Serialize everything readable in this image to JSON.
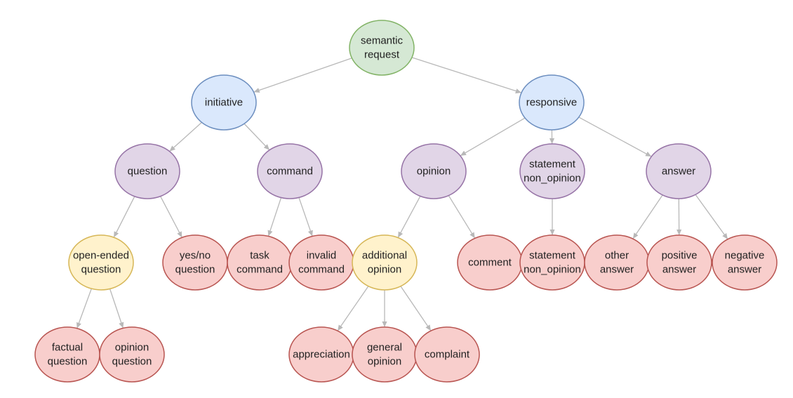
{
  "colors": {
    "green": {
      "fill": "#d5e8d4",
      "stroke": "#82b366"
    },
    "blue": {
      "fill": "#dae8fc",
      "stroke": "#6c8ebf"
    },
    "purple": {
      "fill": "#e1d5e7",
      "stroke": "#9673a6"
    },
    "yellow": {
      "fill": "#fff2cc",
      "stroke": "#d6b656"
    },
    "red": {
      "fill": "#f8cecc",
      "stroke": "#b85450"
    },
    "edge": "#b8b8b8"
  },
  "nodes": [
    {
      "id": "semantic-request",
      "lines": [
        "semantic",
        "request"
      ],
      "color": "green"
    },
    {
      "id": "initiative",
      "lines": [
        "initiative"
      ],
      "color": "blue"
    },
    {
      "id": "responsive",
      "lines": [
        "responsive"
      ],
      "color": "blue"
    },
    {
      "id": "question",
      "lines": [
        "question"
      ],
      "color": "purple"
    },
    {
      "id": "command",
      "lines": [
        "command"
      ],
      "color": "purple"
    },
    {
      "id": "opinion",
      "lines": [
        "opinion"
      ],
      "color": "purple"
    },
    {
      "id": "statement-non-opinion",
      "lines": [
        "statement",
        "non_opinion"
      ],
      "color": "purple"
    },
    {
      "id": "answer",
      "lines": [
        "answer"
      ],
      "color": "purple"
    },
    {
      "id": "open-ended-question",
      "lines": [
        "open-ended",
        "question"
      ],
      "color": "yellow"
    },
    {
      "id": "yes-no-question",
      "lines": [
        "yes/no",
        "question"
      ],
      "color": "red"
    },
    {
      "id": "task-command",
      "lines": [
        "task",
        "command"
      ],
      "color": "red"
    },
    {
      "id": "invalid-command",
      "lines": [
        "invalid",
        "command"
      ],
      "color": "red"
    },
    {
      "id": "additional-opinion",
      "lines": [
        "additional",
        "opinion"
      ],
      "color": "yellow"
    },
    {
      "id": "comment",
      "lines": [
        "comment"
      ],
      "color": "red"
    },
    {
      "id": "statement-non-opinion-leaf",
      "lines": [
        "statement",
        "non_opinion"
      ],
      "color": "red"
    },
    {
      "id": "other-answer",
      "lines": [
        "other",
        "answer"
      ],
      "color": "red"
    },
    {
      "id": "positive-answer",
      "lines": [
        "positive",
        "answer"
      ],
      "color": "red"
    },
    {
      "id": "negative-answer",
      "lines": [
        "negative",
        "answer"
      ],
      "color": "red"
    },
    {
      "id": "factual-question",
      "lines": [
        "factual",
        "question"
      ],
      "color": "red"
    },
    {
      "id": "opinion-question",
      "lines": [
        "opinion",
        "question"
      ],
      "color": "red"
    },
    {
      "id": "appreciation",
      "lines": [
        "appreciation"
      ],
      "color": "red"
    },
    {
      "id": "general-opinion",
      "lines": [
        "general",
        "opinion"
      ],
      "color": "red"
    },
    {
      "id": "complaint",
      "lines": [
        "complaint"
      ],
      "color": "red"
    }
  ],
  "edges": [
    [
      "semantic-request",
      "initiative"
    ],
    [
      "semantic-request",
      "responsive"
    ],
    [
      "initiative",
      "question"
    ],
    [
      "initiative",
      "command"
    ],
    [
      "responsive",
      "opinion"
    ],
    [
      "responsive",
      "statement-non-opinion"
    ],
    [
      "responsive",
      "answer"
    ],
    [
      "question",
      "open-ended-question"
    ],
    [
      "question",
      "yes-no-question"
    ],
    [
      "command",
      "task-command"
    ],
    [
      "command",
      "invalid-command"
    ],
    [
      "opinion",
      "additional-opinion"
    ],
    [
      "opinion",
      "comment"
    ],
    [
      "statement-non-opinion",
      "statement-non-opinion-leaf"
    ],
    [
      "answer",
      "other-answer"
    ],
    [
      "answer",
      "positive-answer"
    ],
    [
      "answer",
      "negative-answer"
    ],
    [
      "open-ended-question",
      "factual-question"
    ],
    [
      "open-ended-question",
      "opinion-question"
    ],
    [
      "additional-opinion",
      "appreciation"
    ],
    [
      "additional-opinion",
      "general-opinion"
    ],
    [
      "additional-opinion",
      "complaint"
    ]
  ]
}
